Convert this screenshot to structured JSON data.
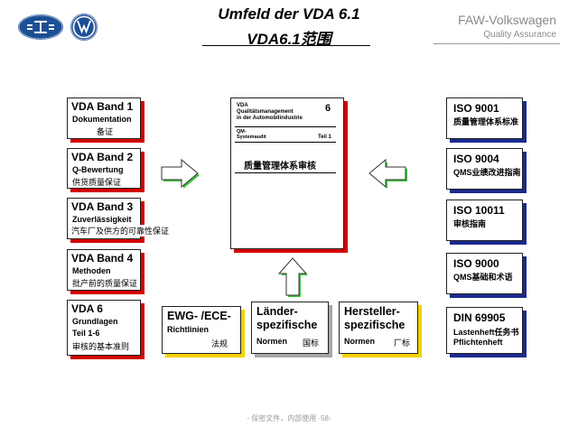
{
  "header": {
    "title_line1": "Umfeld der VDA 6.1",
    "title_line2": "VDA6.1范围",
    "brand_name": "FAW-Volkswagen",
    "brand_sub": "Quality Assurance"
  },
  "logos": {
    "left": "faw-logo-icon",
    "right": "vw-logo-icon"
  },
  "vda_boxes": [
    {
      "heading": "VDA Band 1",
      "subtitle": "Dokumentation",
      "cn": "备证"
    },
    {
      "heading": "VDA Band 2",
      "subtitle": "Q-Bewertung",
      "cn": "供货质量保证"
    },
    {
      "heading": "VDA Band 3",
      "subtitle": "Zuverlässigkeit",
      "cn": "汽车厂及供方的可靠性保证"
    },
    {
      "heading": "VDA Band 4",
      "subtitle": "Methoden",
      "cn": "批产前的质量保证"
    },
    {
      "heading": "VDA 6",
      "subtitle": "Grundlagen",
      "subtitle2": "Teil  1-6",
      "cn": "审核的基本准则"
    }
  ],
  "central_doc": {
    "vda": "VDA",
    "line1": "Qualitätsmanagement",
    "line2": "in der Automobilindustrie",
    "number": "6",
    "sys_line1": "QM-",
    "sys_line2": "Systemaudit",
    "teil": "Teil 1",
    "cn_title": "质量管理体系审核"
  },
  "iso_boxes": [
    {
      "heading": "ISO 9001",
      "sub": "质量管理体系标准"
    },
    {
      "heading": "ISO 9004",
      "sub": "QMS业绩改进指南"
    },
    {
      "heading": "ISO 10011",
      "sub": "审核指南"
    },
    {
      "heading": "ISO 9000",
      "sub": "QMS基础和术语"
    },
    {
      "heading": "DIN 69905",
      "sub1": "Lastenheft任务书",
      "sub2": "Pflichtenheft"
    }
  ],
  "bottom_boxes": [
    {
      "heading": "EWG- /ECE-",
      "sub": "Richtlinien",
      "cn": "法规"
    },
    {
      "heading1": "Länder-",
      "heading2": "spezifische",
      "sub": "Normen",
      "cn": "国标"
    },
    {
      "heading1": "Hersteller-",
      "heading2": "spezifische",
      "sub": "Normen",
      "cn": "厂标"
    }
  ],
  "colors": {
    "accent_red": "#d40000",
    "accent_blue": "#1b2a8f",
    "accent_yellow": "#f2d200",
    "arrow_green": "#3cc43c",
    "logo_blue": "#1d4f95"
  },
  "footer": "- 保密文件，内部使用 -58-"
}
